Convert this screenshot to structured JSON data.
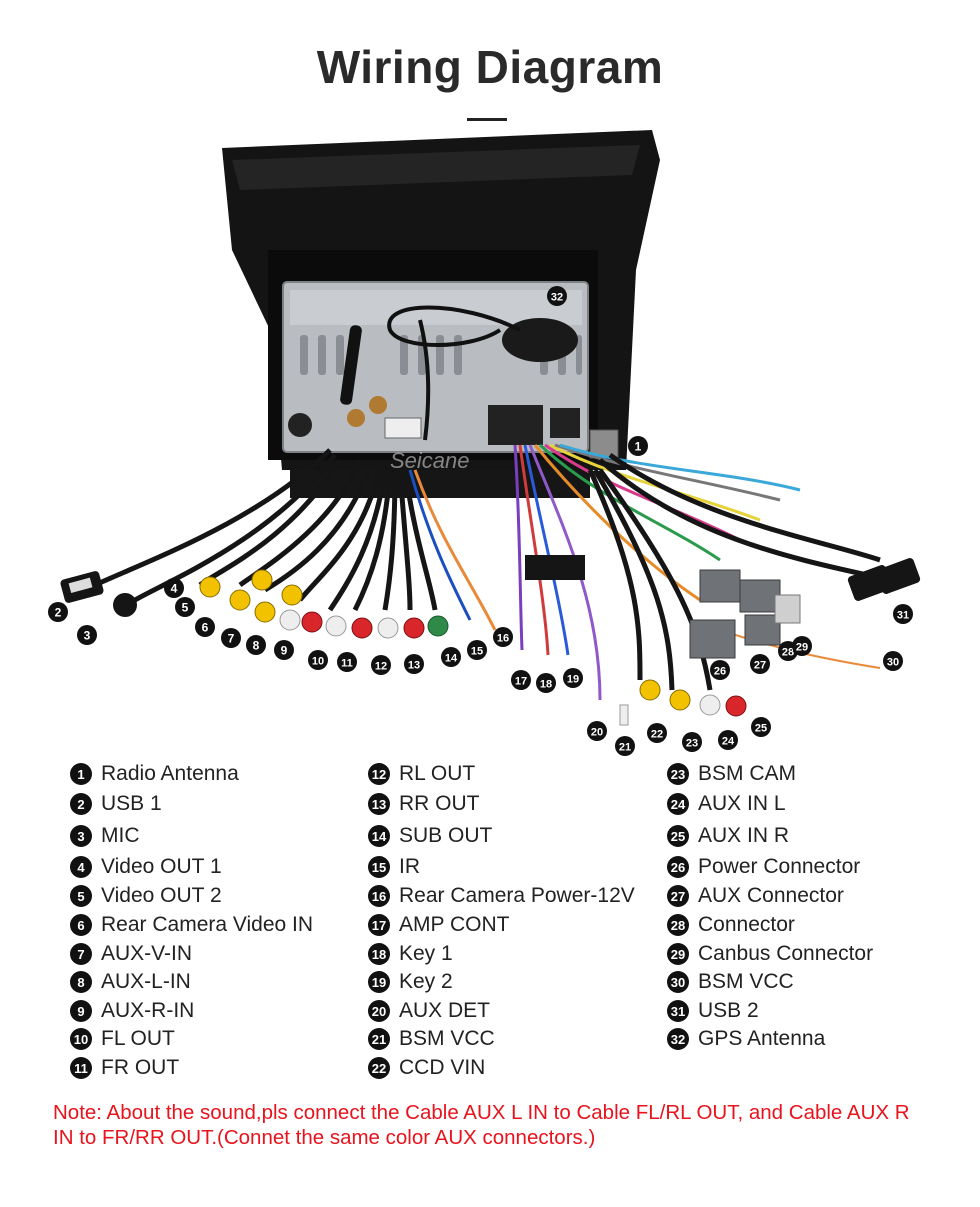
{
  "title": "Wiring Diagram",
  "watermark": "Seicane",
  "legend": {
    "col1": [
      {
        "n": "1",
        "label": "Radio Antenna"
      },
      {
        "n": "2",
        "label": "USB 1"
      },
      {
        "n": "3",
        "label": "MIC"
      },
      {
        "n": "4",
        "label": "Video OUT 1"
      },
      {
        "n": "5",
        "label": "Video OUT 2"
      },
      {
        "n": "6",
        "label": "Rear Camera Video IN"
      },
      {
        "n": "7",
        "label": "AUX-V-IN"
      },
      {
        "n": "8",
        "label": "AUX-L-IN"
      },
      {
        "n": "9",
        "label": "AUX-R-IN"
      },
      {
        "n": "10",
        "label": "FL OUT"
      },
      {
        "n": "11",
        "label": "FR OUT"
      }
    ],
    "col2": [
      {
        "n": "12",
        "label": "RL OUT"
      },
      {
        "n": "13",
        "label": "RR OUT"
      },
      {
        "n": "14",
        "label": "SUB OUT"
      },
      {
        "n": "15",
        "label": "IR"
      },
      {
        "n": "16",
        "label": "Rear Camera Power-12V"
      },
      {
        "n": "17",
        "label": "AMP CONT"
      },
      {
        "n": "18",
        "label": "Key 1"
      },
      {
        "n": "19",
        "label": "Key 2"
      },
      {
        "n": "20",
        "label": "AUX DET"
      },
      {
        "n": "21",
        "label": "BSM VCC"
      },
      {
        "n": "22",
        "label": "CCD VIN"
      }
    ],
    "col3": [
      {
        "n": "23",
        "label": "BSM CAM"
      },
      {
        "n": "24",
        "label": "AUX IN L"
      },
      {
        "n": "25",
        "label": "AUX IN R"
      },
      {
        "n": "26",
        "label": "Power Connector"
      },
      {
        "n": "27",
        "label": "AUX Connector"
      },
      {
        "n": "28",
        "label": "Connector"
      },
      {
        "n": "29",
        "label": "Canbus Connector"
      },
      {
        "n": "30",
        "label": "BSM VCC"
      },
      {
        "n": "31",
        "label": "USB 2"
      },
      {
        "n": "32",
        "label": "GPS Antenna"
      }
    ]
  },
  "callouts": [
    "1",
    "2",
    "3",
    "4",
    "5",
    "6",
    "7",
    "8",
    "9",
    "10",
    "11",
    "12",
    "13",
    "14",
    "15",
    "16",
    "17",
    "18",
    "19",
    "20",
    "21",
    "22",
    "23",
    "24",
    "25",
    "26",
    "27",
    "28",
    "29",
    "30",
    "31",
    "32"
  ],
  "note": "Note: About the sound,pls connect the Cable AUX L IN to Cable FL/RL OUT, and Cable AUX R IN to FR/RR OUT.(Connet the same color AUX connectors.)",
  "colors": {
    "note": "#e8131c",
    "badge": "#111111",
    "rca_yellow": "#f2c200",
    "rca_red": "#d8262b",
    "rca_white": "#eeeeee",
    "rca_green": "#2f8a4a"
  }
}
